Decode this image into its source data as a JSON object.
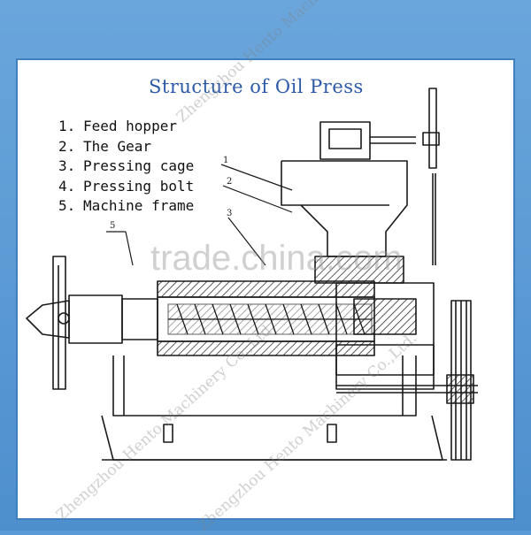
{
  "diagram": {
    "title": "Structure of Oil Press",
    "legend": [
      {
        "number": "1.",
        "label": "Feed hopper"
      },
      {
        "number": "2.",
        "label": "The Gear"
      },
      {
        "number": "3.",
        "label": "Pressing cage"
      },
      {
        "number": "4.",
        "label": "Pressing bolt"
      },
      {
        "number": "5.",
        "label": "Machine frame"
      }
    ],
    "callouts": [
      "1",
      "2",
      "3",
      "5"
    ]
  },
  "watermarks": {
    "company": "Zhengzhou Hento Machinery Co.,Ltd.",
    "company_fragment_left": "Zhengzhou Hento Machinery Co.,Ltd.",
    "site": "trade.china.com"
  },
  "colors": {
    "frame": "#4d8fcd",
    "title": "#2c5aa8",
    "line": "#1a1a1a"
  }
}
